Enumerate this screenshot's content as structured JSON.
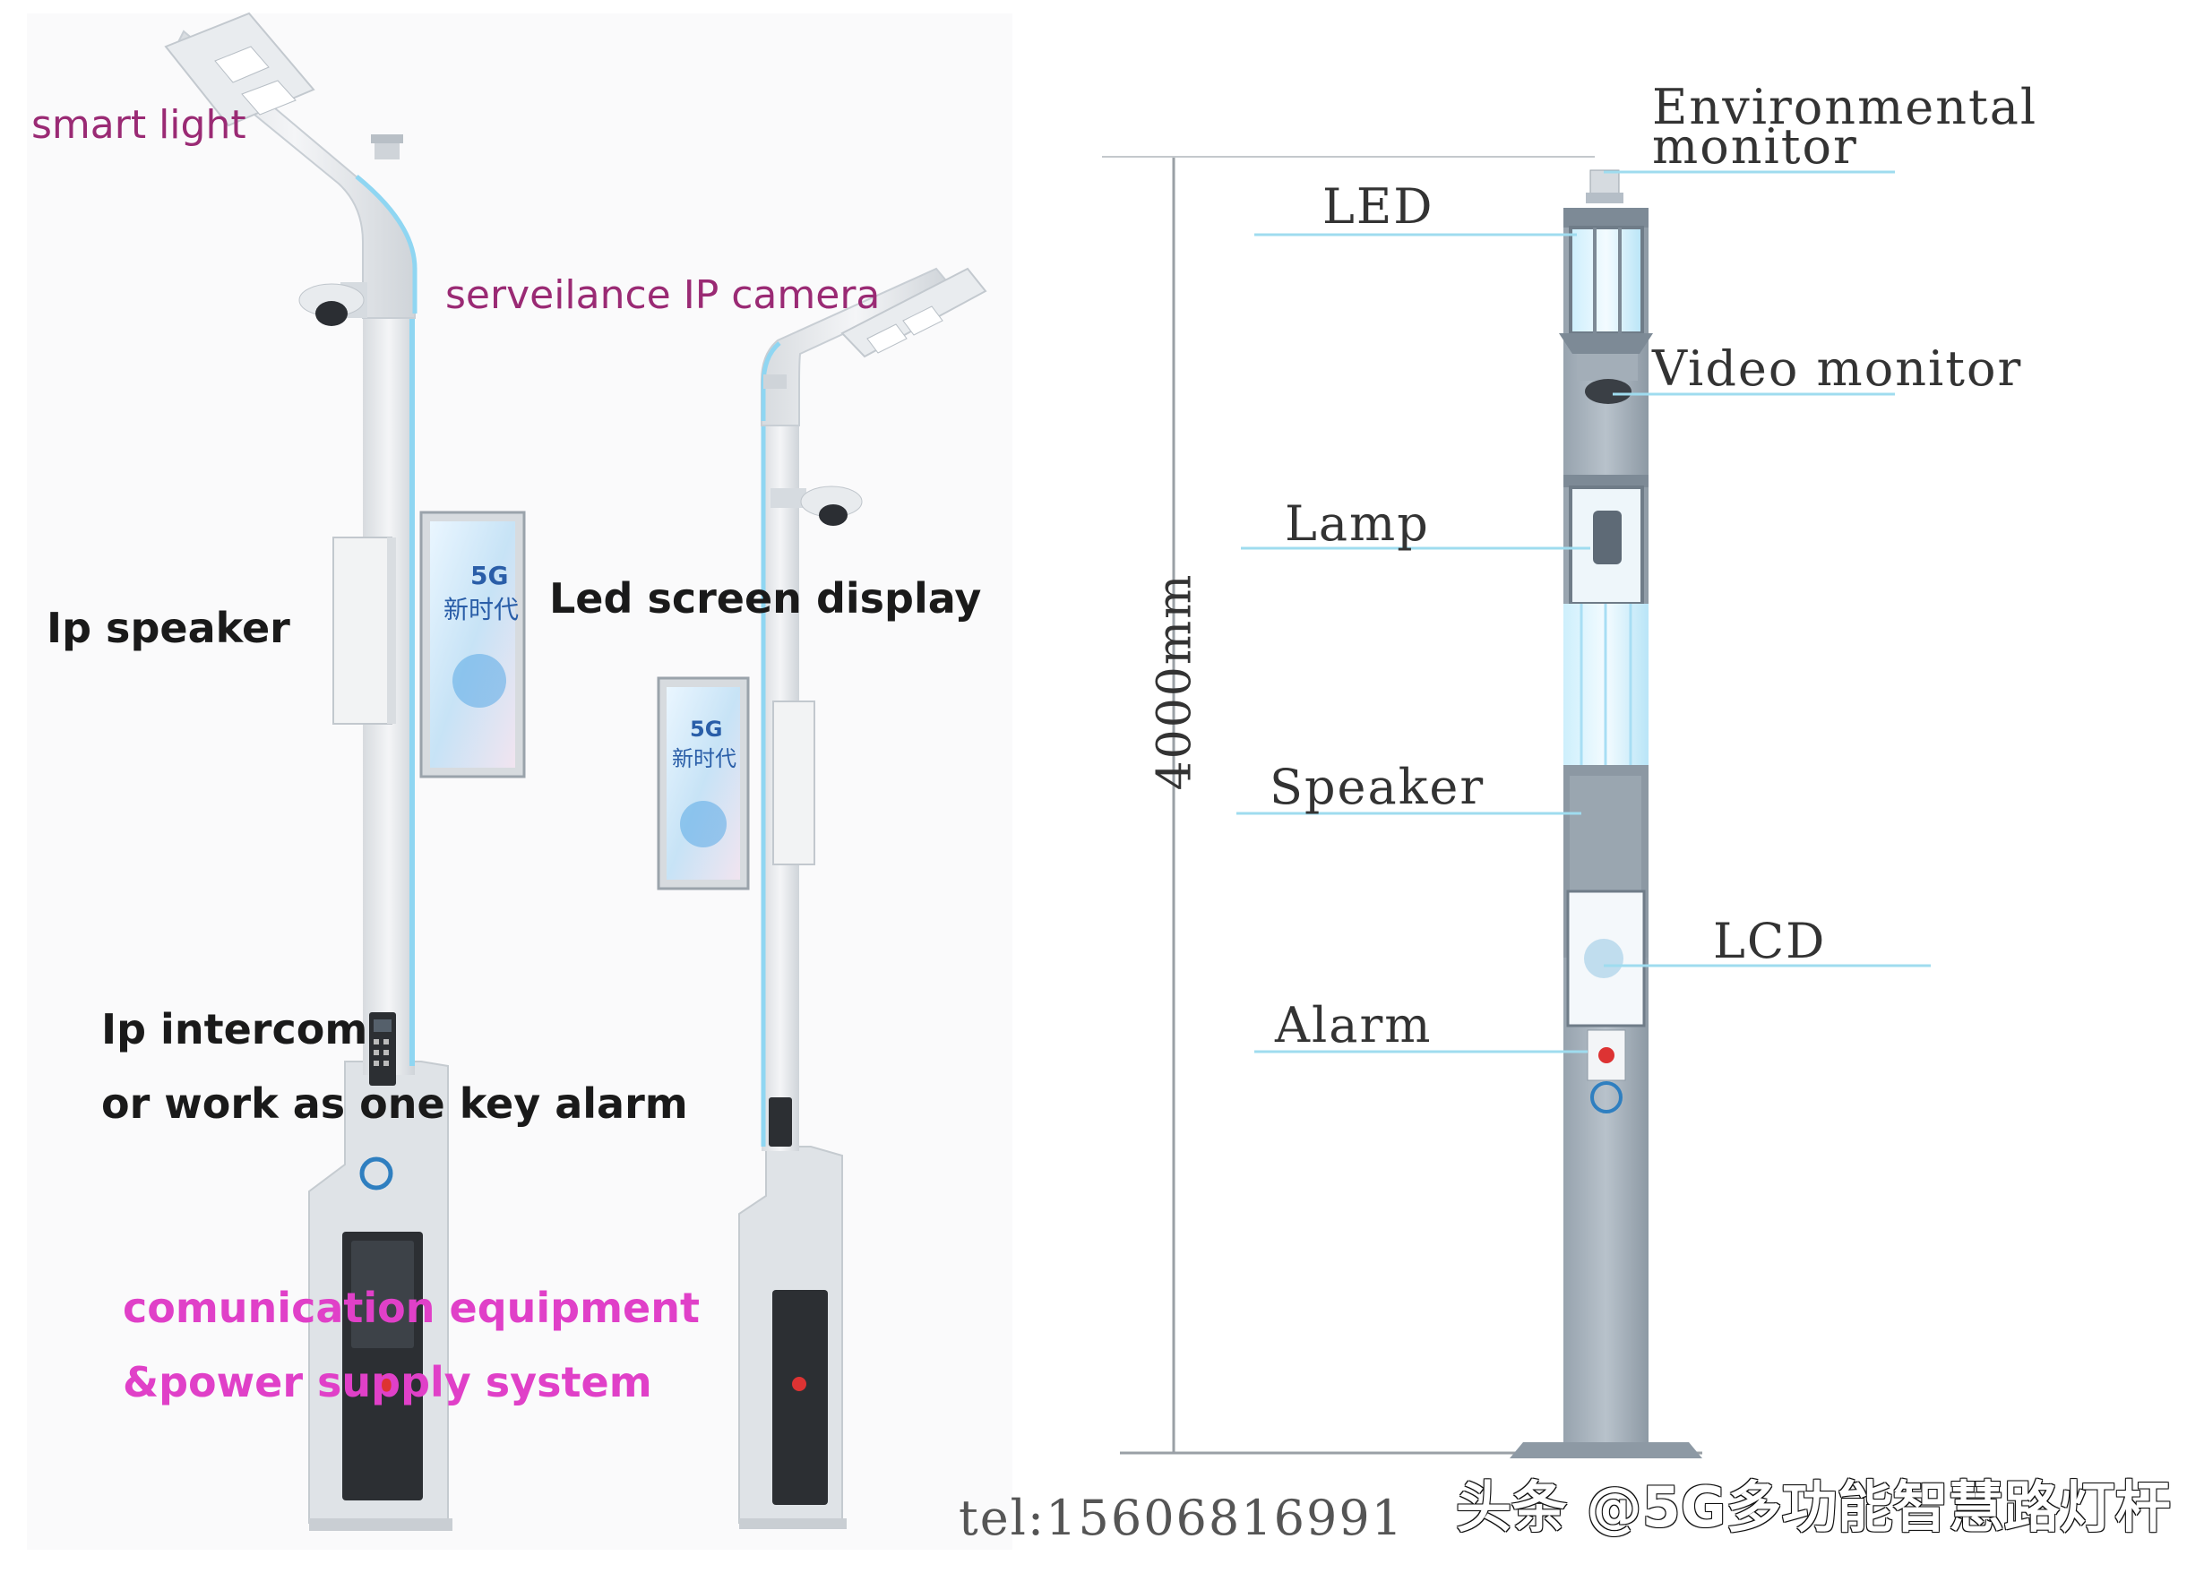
{
  "left_labels": {
    "smart_light": "smart light",
    "camera": "serveilance IP camera",
    "speaker": "Ip speaker",
    "led_screen": "Led screen display",
    "intercom": "Ip intercom",
    "alarm_alt": "or work as one key alarm",
    "comm": "comunication equipment",
    "power": "&power supply system"
  },
  "right_labels": {
    "env_1": "Environmental",
    "env_2": "monitor",
    "led": "LED",
    "video": "Video monitor",
    "lamp": "Lamp",
    "speaker": "Speaker",
    "lcd": "LCD",
    "alarm": "Alarm",
    "height": "4000mm"
  },
  "footer": {
    "tel": "tel:15606816991",
    "watermark": "头条 @5G多功能智慧路灯杆"
  },
  "screen_text": {
    "headline": "5G",
    "subline": "新时代"
  },
  "colors": {
    "leader_line": "#9fdcef",
    "pole": "#e6e9ec",
    "pole_glow": "#8fd6f2",
    "right_pole": "#a9b4be",
    "label_purple": "#9a2a74",
    "label_magenta": "#e040c8"
  }
}
